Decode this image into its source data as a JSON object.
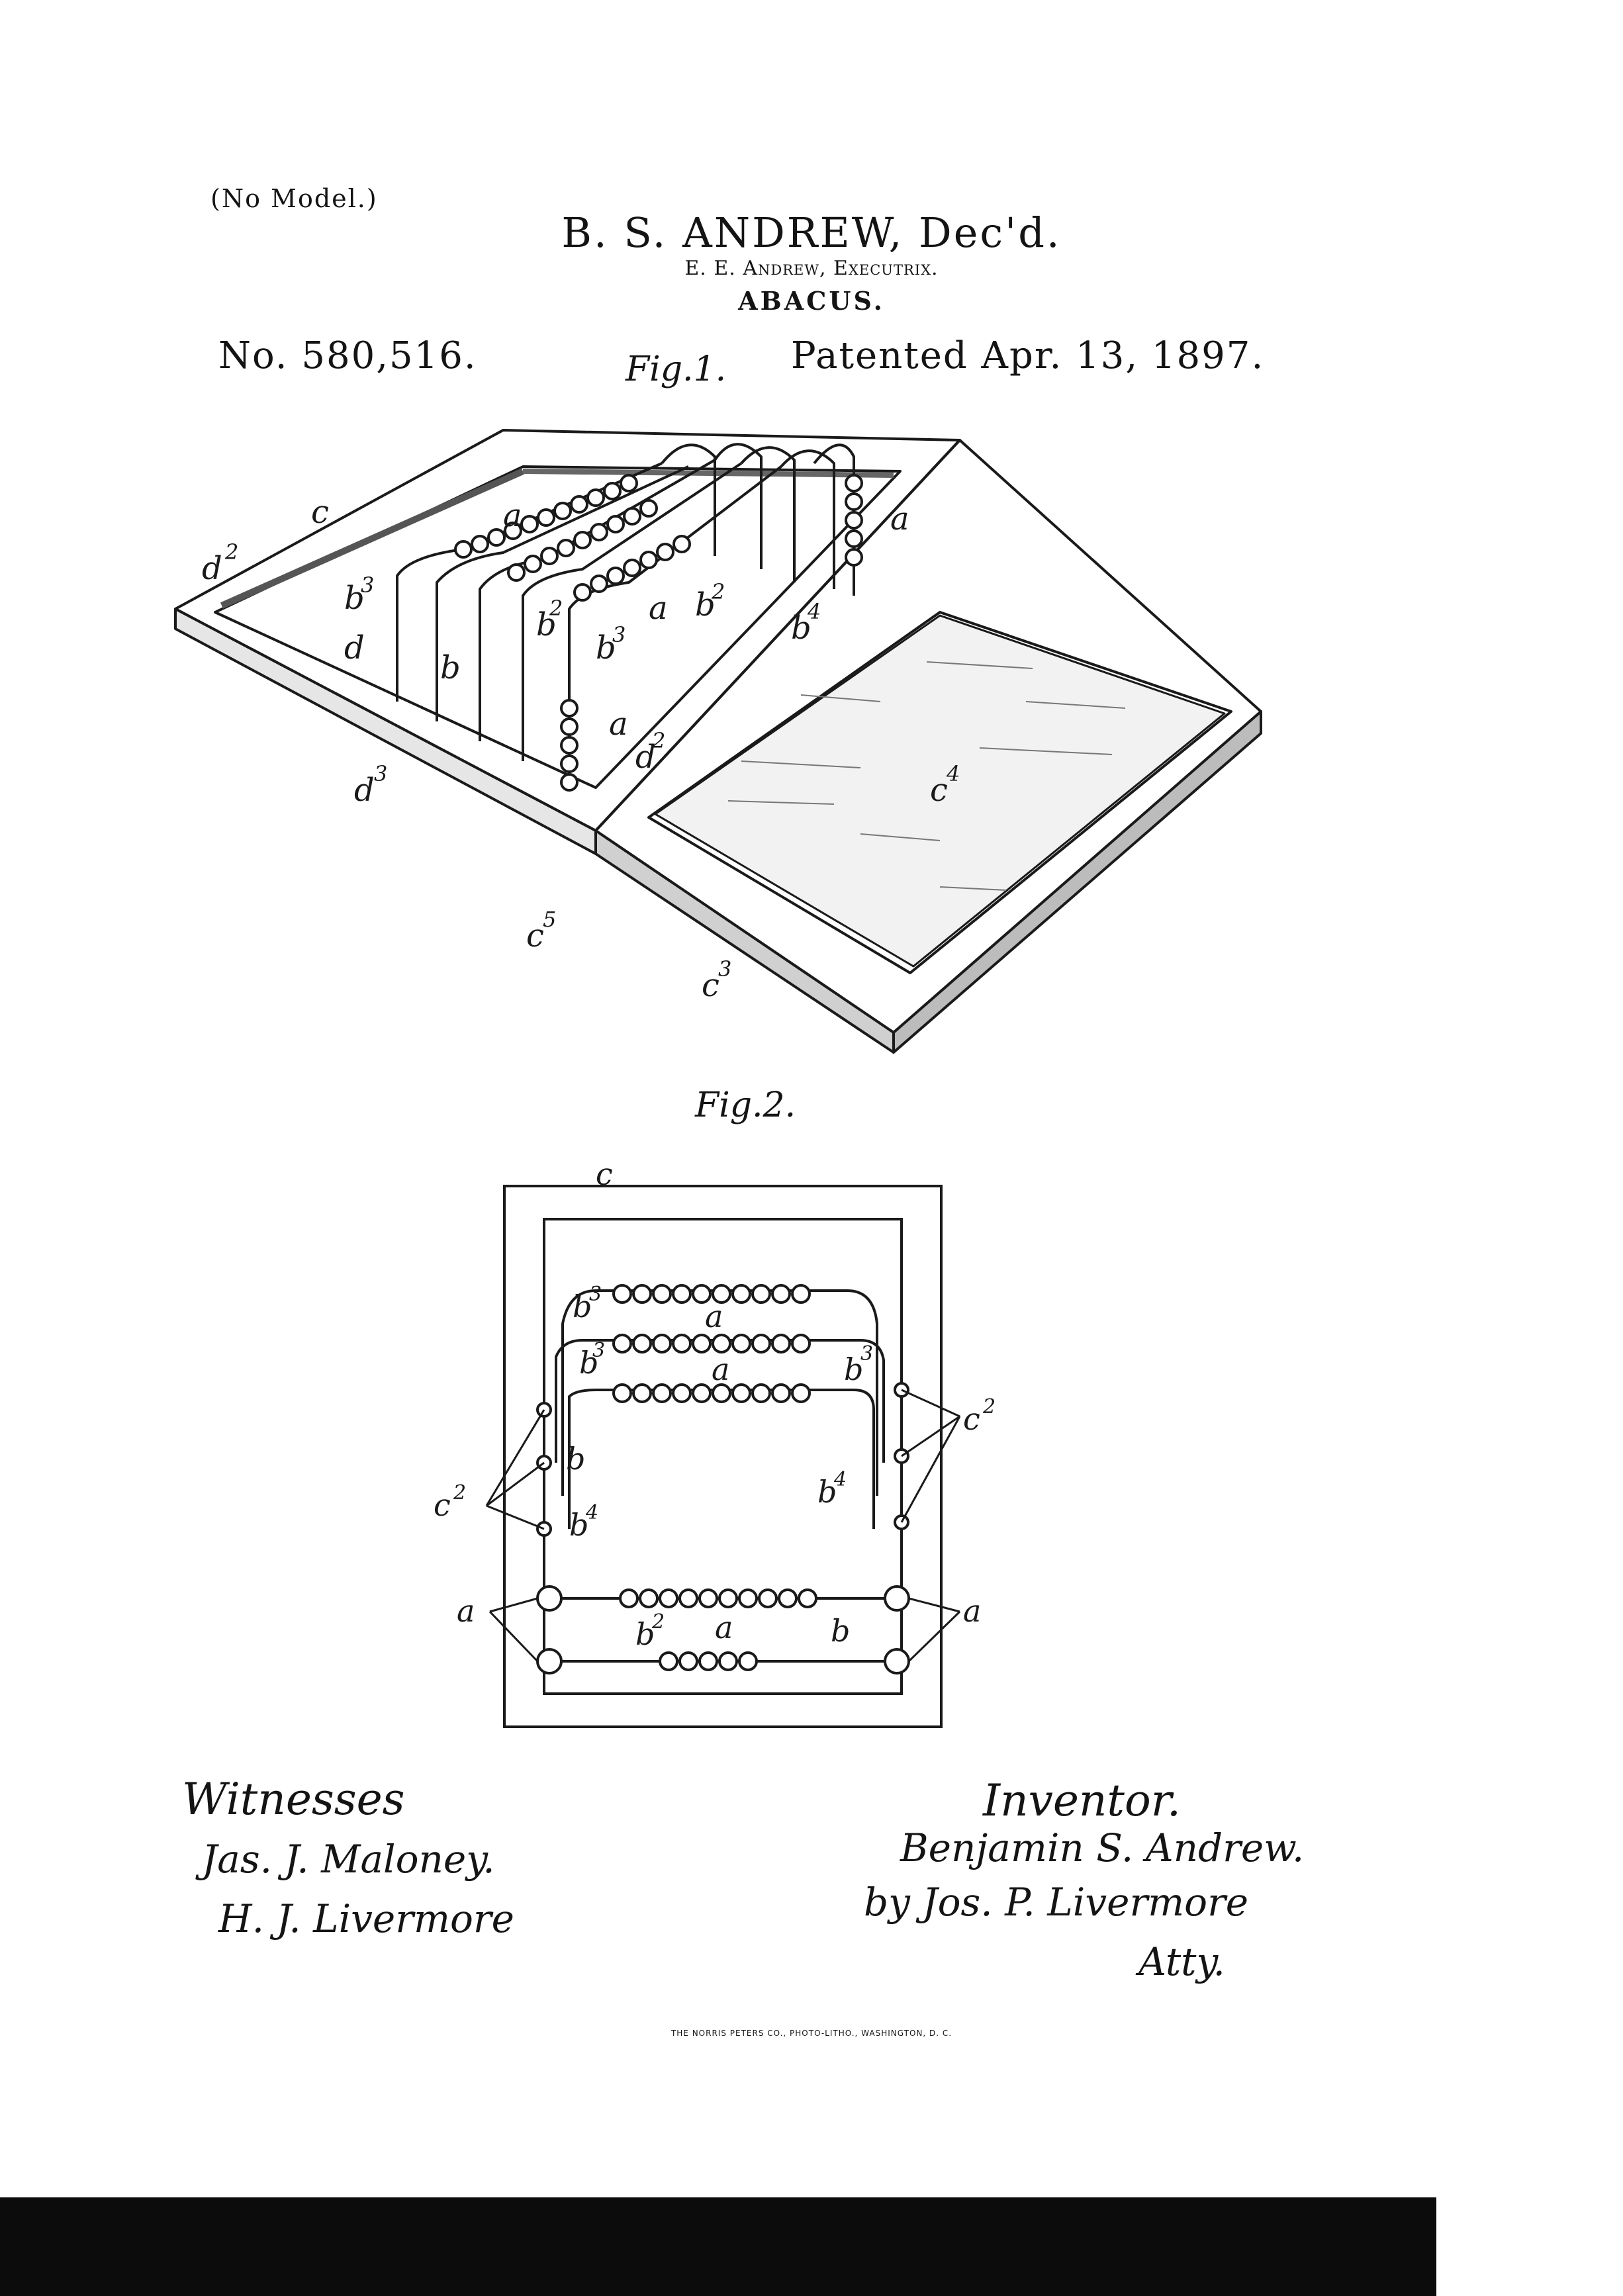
{
  "header": {
    "no_model": "(No Model.)",
    "inventor_line": "B. S. ANDREW, Dec'd.",
    "executrix_line": "E. E. Andrew, Executrix.",
    "subject": "ABACUS.",
    "patent_number": "No. 580,516.",
    "patent_date": "Patented Apr. 13, 1897."
  },
  "figures": {
    "fig1_label": "Fig.1.",
    "fig2_label": "Fig.2."
  },
  "signatures": {
    "witnesses_heading": "Witnesses",
    "witness_1": "Jas. J. Maloney.",
    "witness_2": "H. J. Livermore",
    "inventor_heading": "Inventor.",
    "inventor_name": "Benjamin S. Andrew.",
    "attorney": "by Jos. P. Livermore",
    "attorney_title": "Atty."
  },
  "printer_credit": "THE NORRIS PETERS CO., PHOTO-LITHO., WASHINGTON, D. C."
}
